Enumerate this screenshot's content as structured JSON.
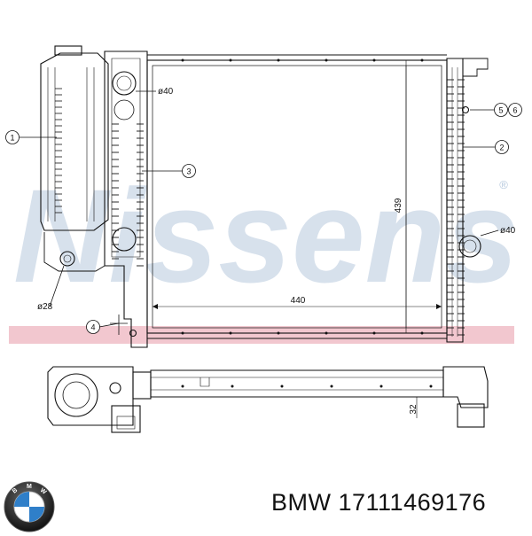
{
  "watermark": {
    "brand": "Nissens",
    "registered_mark": "®",
    "brand_colors": {
      "text": "#b7c9de",
      "stripe": "#f2c7cf"
    }
  },
  "diagram": {
    "dimension_labels": {
      "inlet_diameter": "ø40",
      "outlet_diameter": "ø40",
      "drain_diameter": "ø28",
      "height": "439",
      "width": "440",
      "depth": "32"
    },
    "callouts": [
      "1",
      "2",
      "3",
      "4",
      "5",
      "6"
    ]
  },
  "footer": {
    "brand_logo": "bmw-roundel-logo",
    "maker": "BMW",
    "part_number": "17111469176"
  }
}
